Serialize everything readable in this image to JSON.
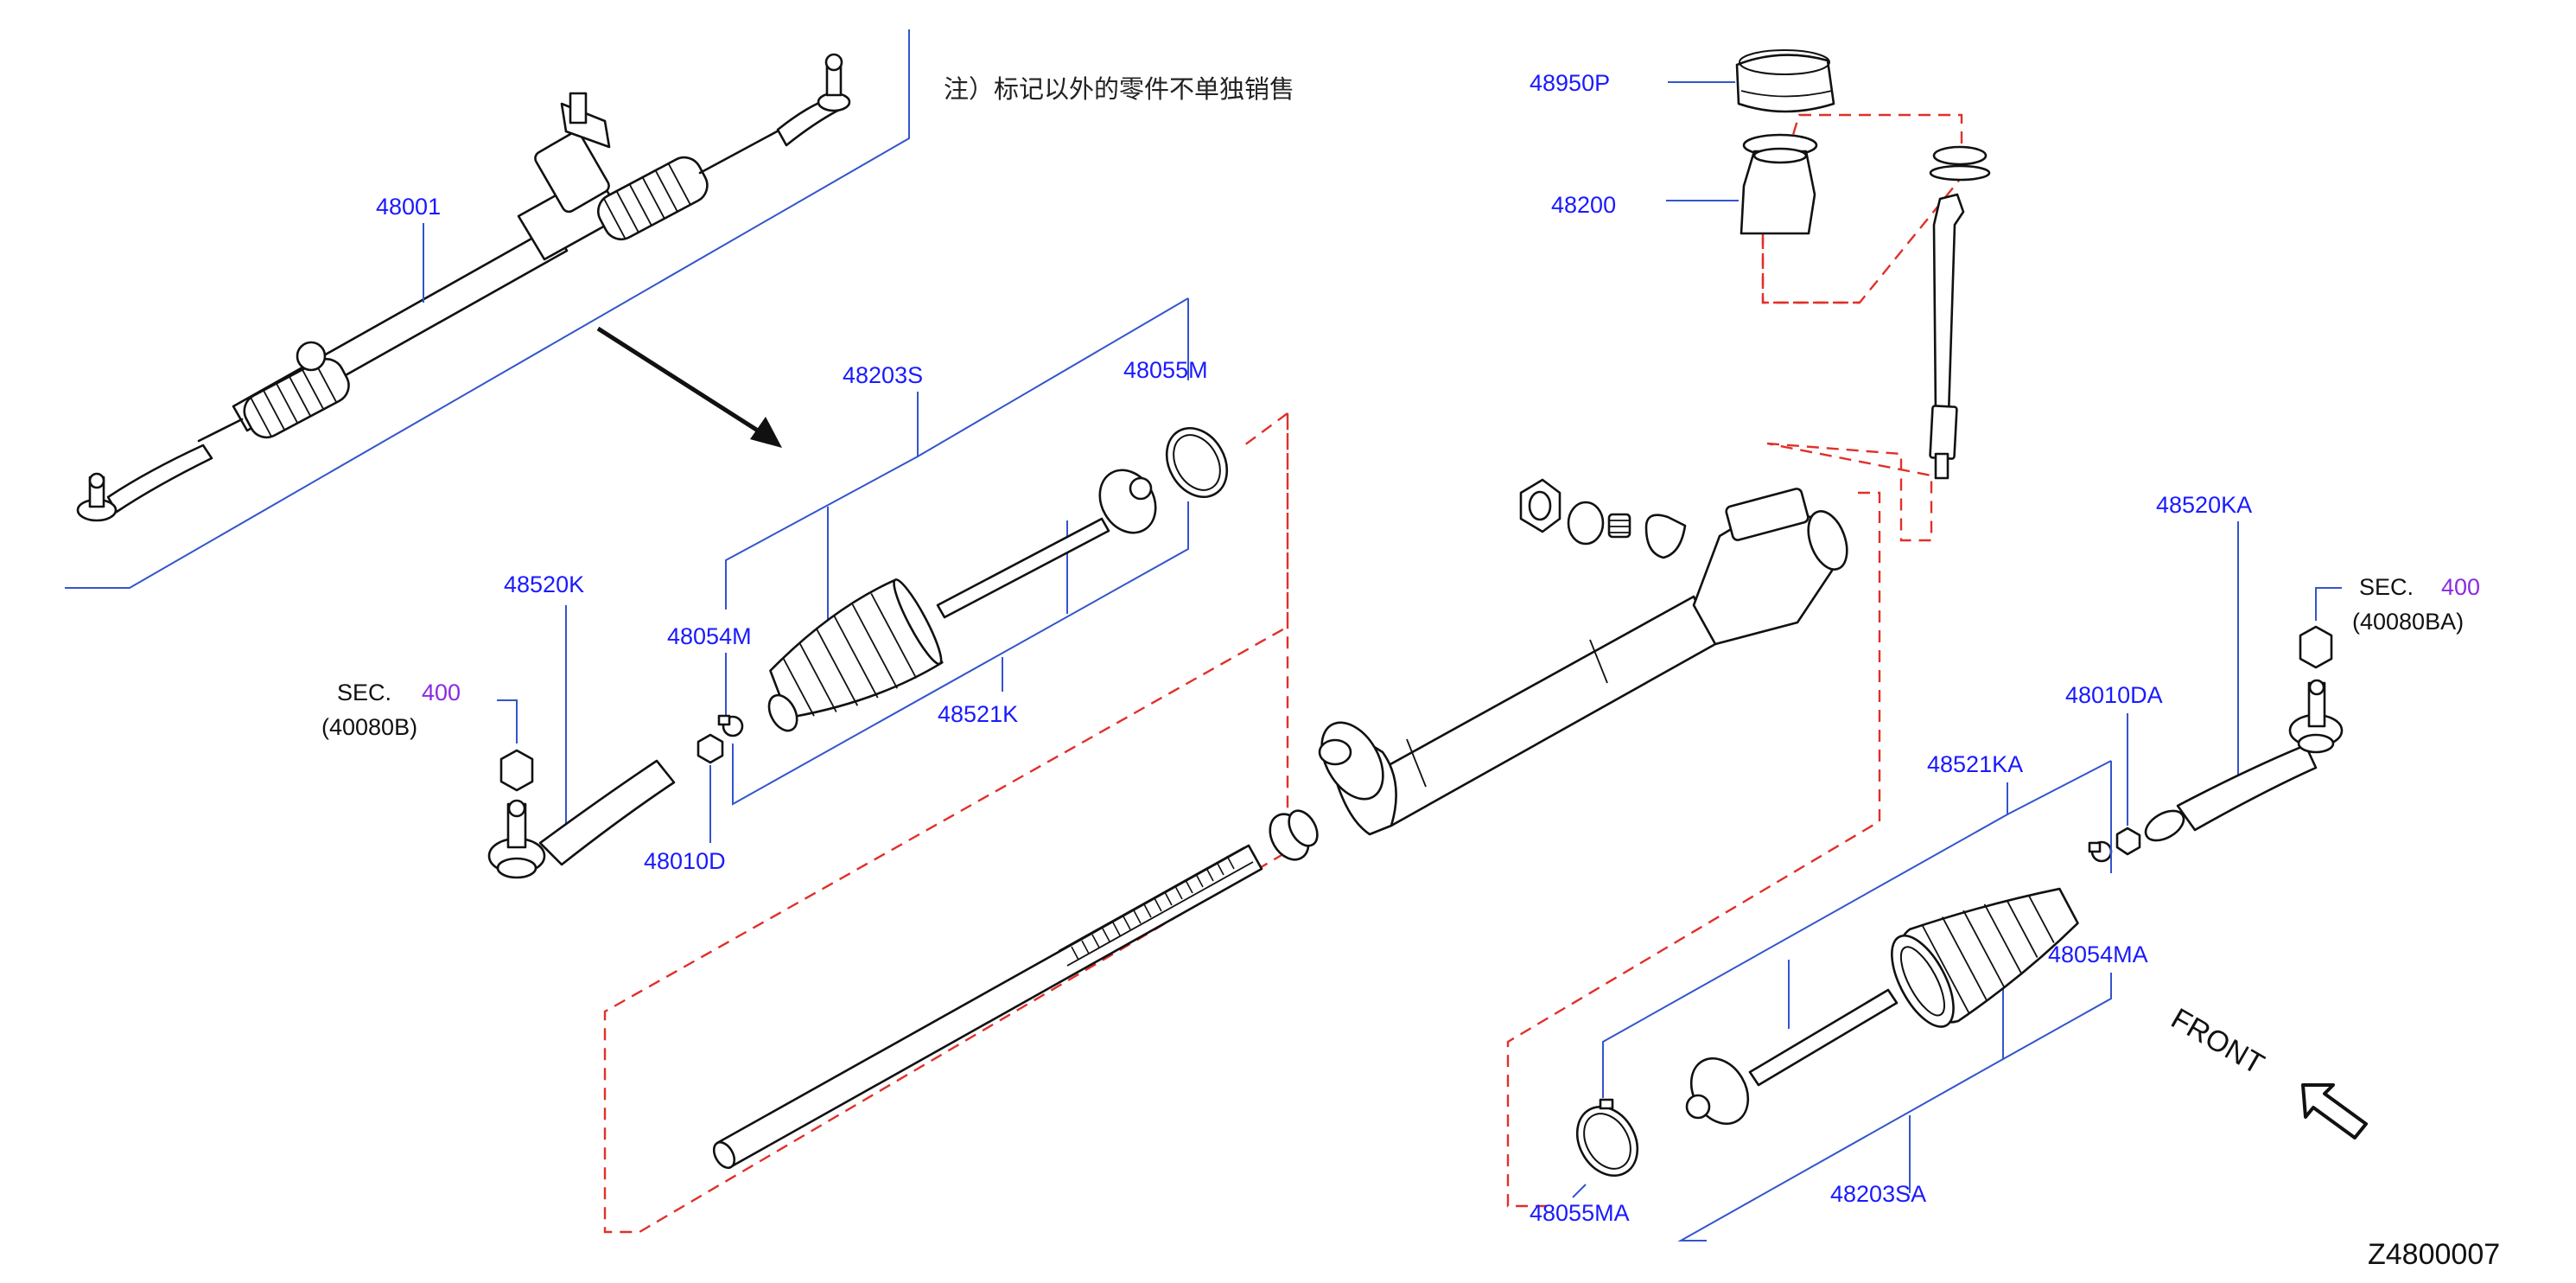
{
  "note": "注）标记以外的零件不单独销售",
  "diagram_code": "Z4800007",
  "front_label": "FRONT",
  "parts": {
    "p48001": "48001",
    "p48203S": "48203S",
    "p48055M": "48055M",
    "p48054M": "48054M",
    "p48521K": "48521K",
    "p48520K": "48520K",
    "p48010D": "48010D",
    "p48950P": "48950P",
    "p48200": "48200",
    "p48520KA": "48520KA",
    "p48010DA": "48010DA",
    "p48521KA": "48521KA",
    "p48054MA": "48054MA",
    "p48055MA": "48055MA",
    "p48203SA": "48203SA"
  },
  "sec_left": {
    "prefix": "SEC.",
    "number": "400",
    "ref": "(40080B)"
  },
  "sec_right": {
    "prefix": "SEC.",
    "number": "400",
    "ref": "(40080BA)"
  },
  "colors": {
    "label": "#1a1aff",
    "sec_number": "#8a2be2",
    "dashed_outline": "#e0302a",
    "leader": "#3355cc"
  }
}
